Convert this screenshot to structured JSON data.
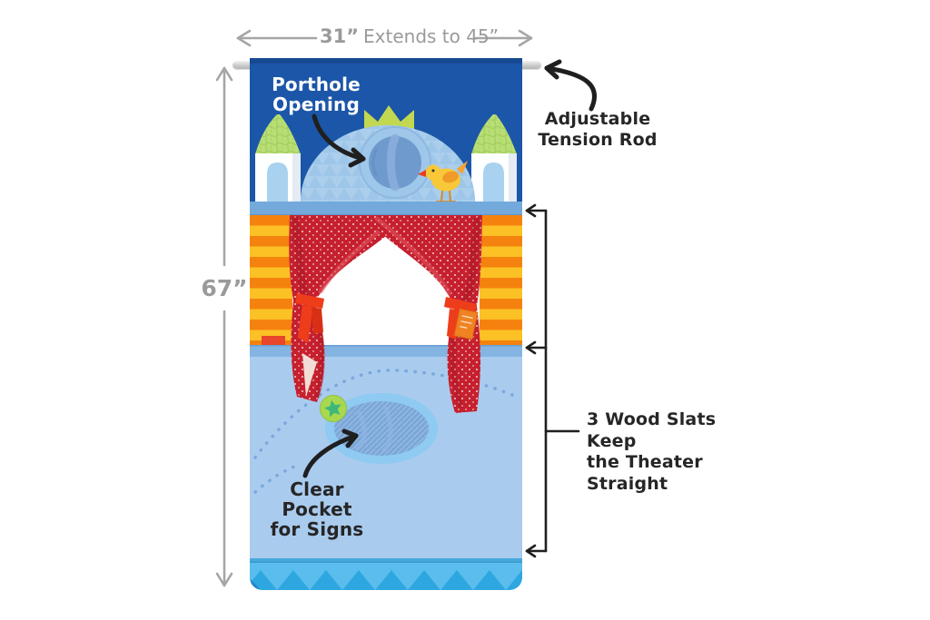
{
  "diagram": {
    "dimensions": {
      "width": {
        "primary": "31”",
        "secondary": "Extends to 45”"
      },
      "height": {
        "primary": "67”"
      }
    },
    "callouts": {
      "porthole": {
        "line1": "Porthole",
        "line2": "Opening"
      },
      "tension_rod": {
        "line1": "Adjustable",
        "line2": "Tension Rod"
      },
      "wood_slats": {
        "line1": "3 Wood Slats Keep",
        "line2": "the Theater Straight"
      },
      "clear_pocket": {
        "line1": "Clear Pocket",
        "line2": "for Signs"
      }
    },
    "colors": {
      "backdrop_blue": "#1b56a8",
      "dome_blue": "#abceec",
      "slat_bar_blue": "#74aadb",
      "curtain_red": "#c6202e",
      "ribbon_red": "#ee3d1b",
      "stripe_orange": "#f5820e",
      "stripe_yellow": "#fcc125",
      "tower_roof_green": "#b9de75",
      "crown_green": "#c2d850",
      "bird_yellow": "#f8c838",
      "lower_panel_blue": "#a9cbee",
      "pocket_ring_blue": "#8ecaf1",
      "pocket_mesh_blue": "#7ba7d9",
      "star_badge_green": "#3db87a",
      "bottom_band_blue": "#5abdee",
      "zigzag_blue": "#2ea7e0",
      "dimension_gray": "#9a9a9a",
      "annotation_black": "#1f1f1f"
    }
  }
}
